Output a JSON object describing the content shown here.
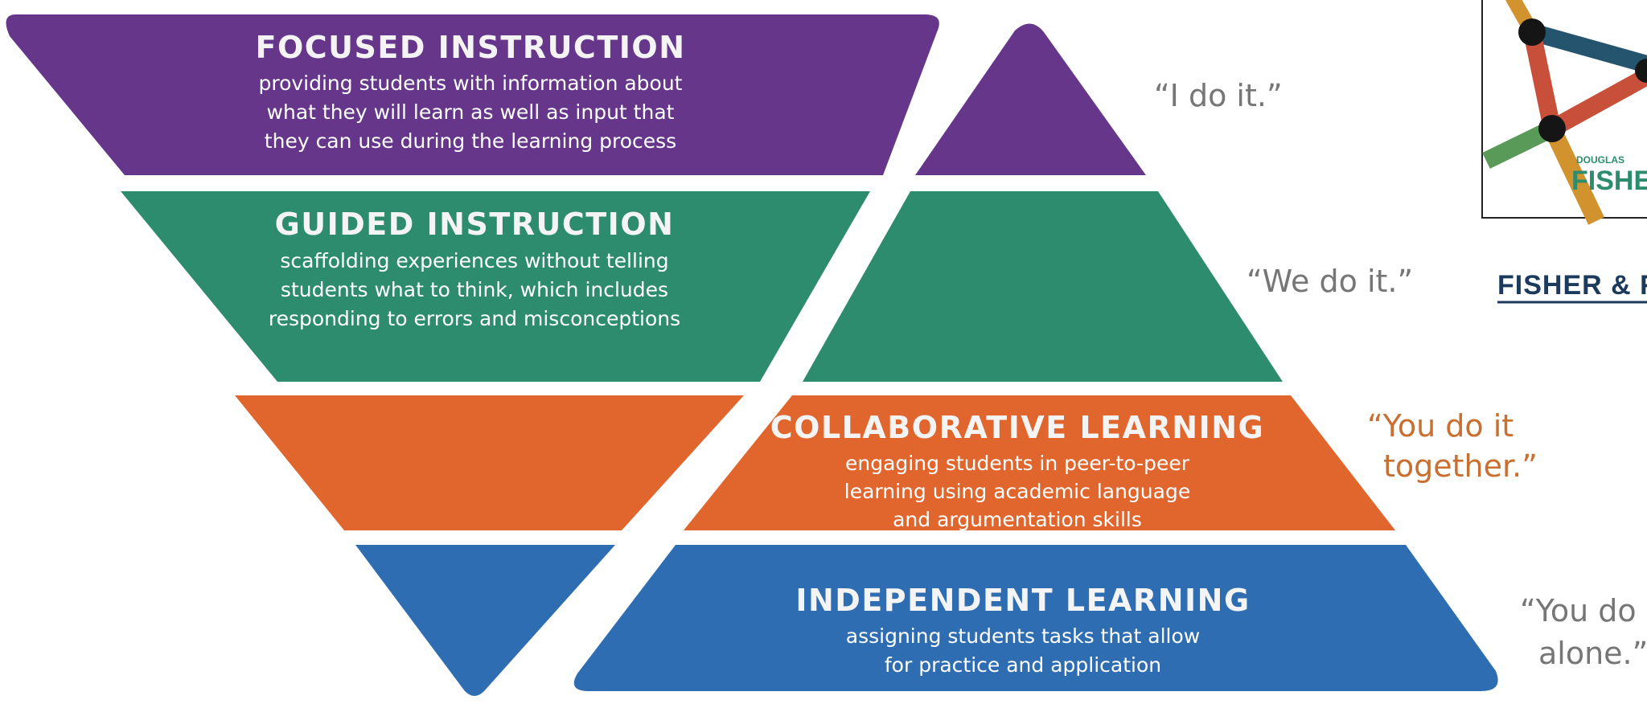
{
  "layers": [
    {
      "id": "focused",
      "title": "FOCUSED INSTRUCTION",
      "desc": [
        "providing students with information about",
        "what they will learn as well as input that",
        "they can use during the learning process"
      ],
      "quote": [
        "“I do it.”"
      ],
      "color": "#65368a"
    },
    {
      "id": "guided",
      "title": "GUIDED INSTRUCTION",
      "desc": [
        "scaffolding experiences without telling",
        "students what to think, which includes",
        "responding to errors and misconceptions"
      ],
      "quote": [
        "“We do it.”"
      ],
      "color": "#2e8c6e"
    },
    {
      "id": "collaborative",
      "title": "COLLABORATIVE LEARNING",
      "desc": [
        "engaging students in peer-to-peer",
        "learning using academic language",
        "and argumentation skills"
      ],
      "quote": [
        "“You do it",
        "together.”"
      ],
      "color": "#e0662e"
    },
    {
      "id": "independent",
      "title": "INDEPENDENT LEARNING",
      "desc": [
        "assigning students tasks that allow",
        "for practice and application"
      ],
      "quote": [
        "“You do it",
        "alone.”"
      ],
      "color": "#2f6db3"
    }
  ],
  "logo": {
    "small": "DOUGLAS",
    "big": "FISHER"
  },
  "link_text": "FISHER & F",
  "colors": {
    "quote_text": "#767676",
    "link": "#1b3a5c",
    "logo_green": "#2e8c6e"
  }
}
